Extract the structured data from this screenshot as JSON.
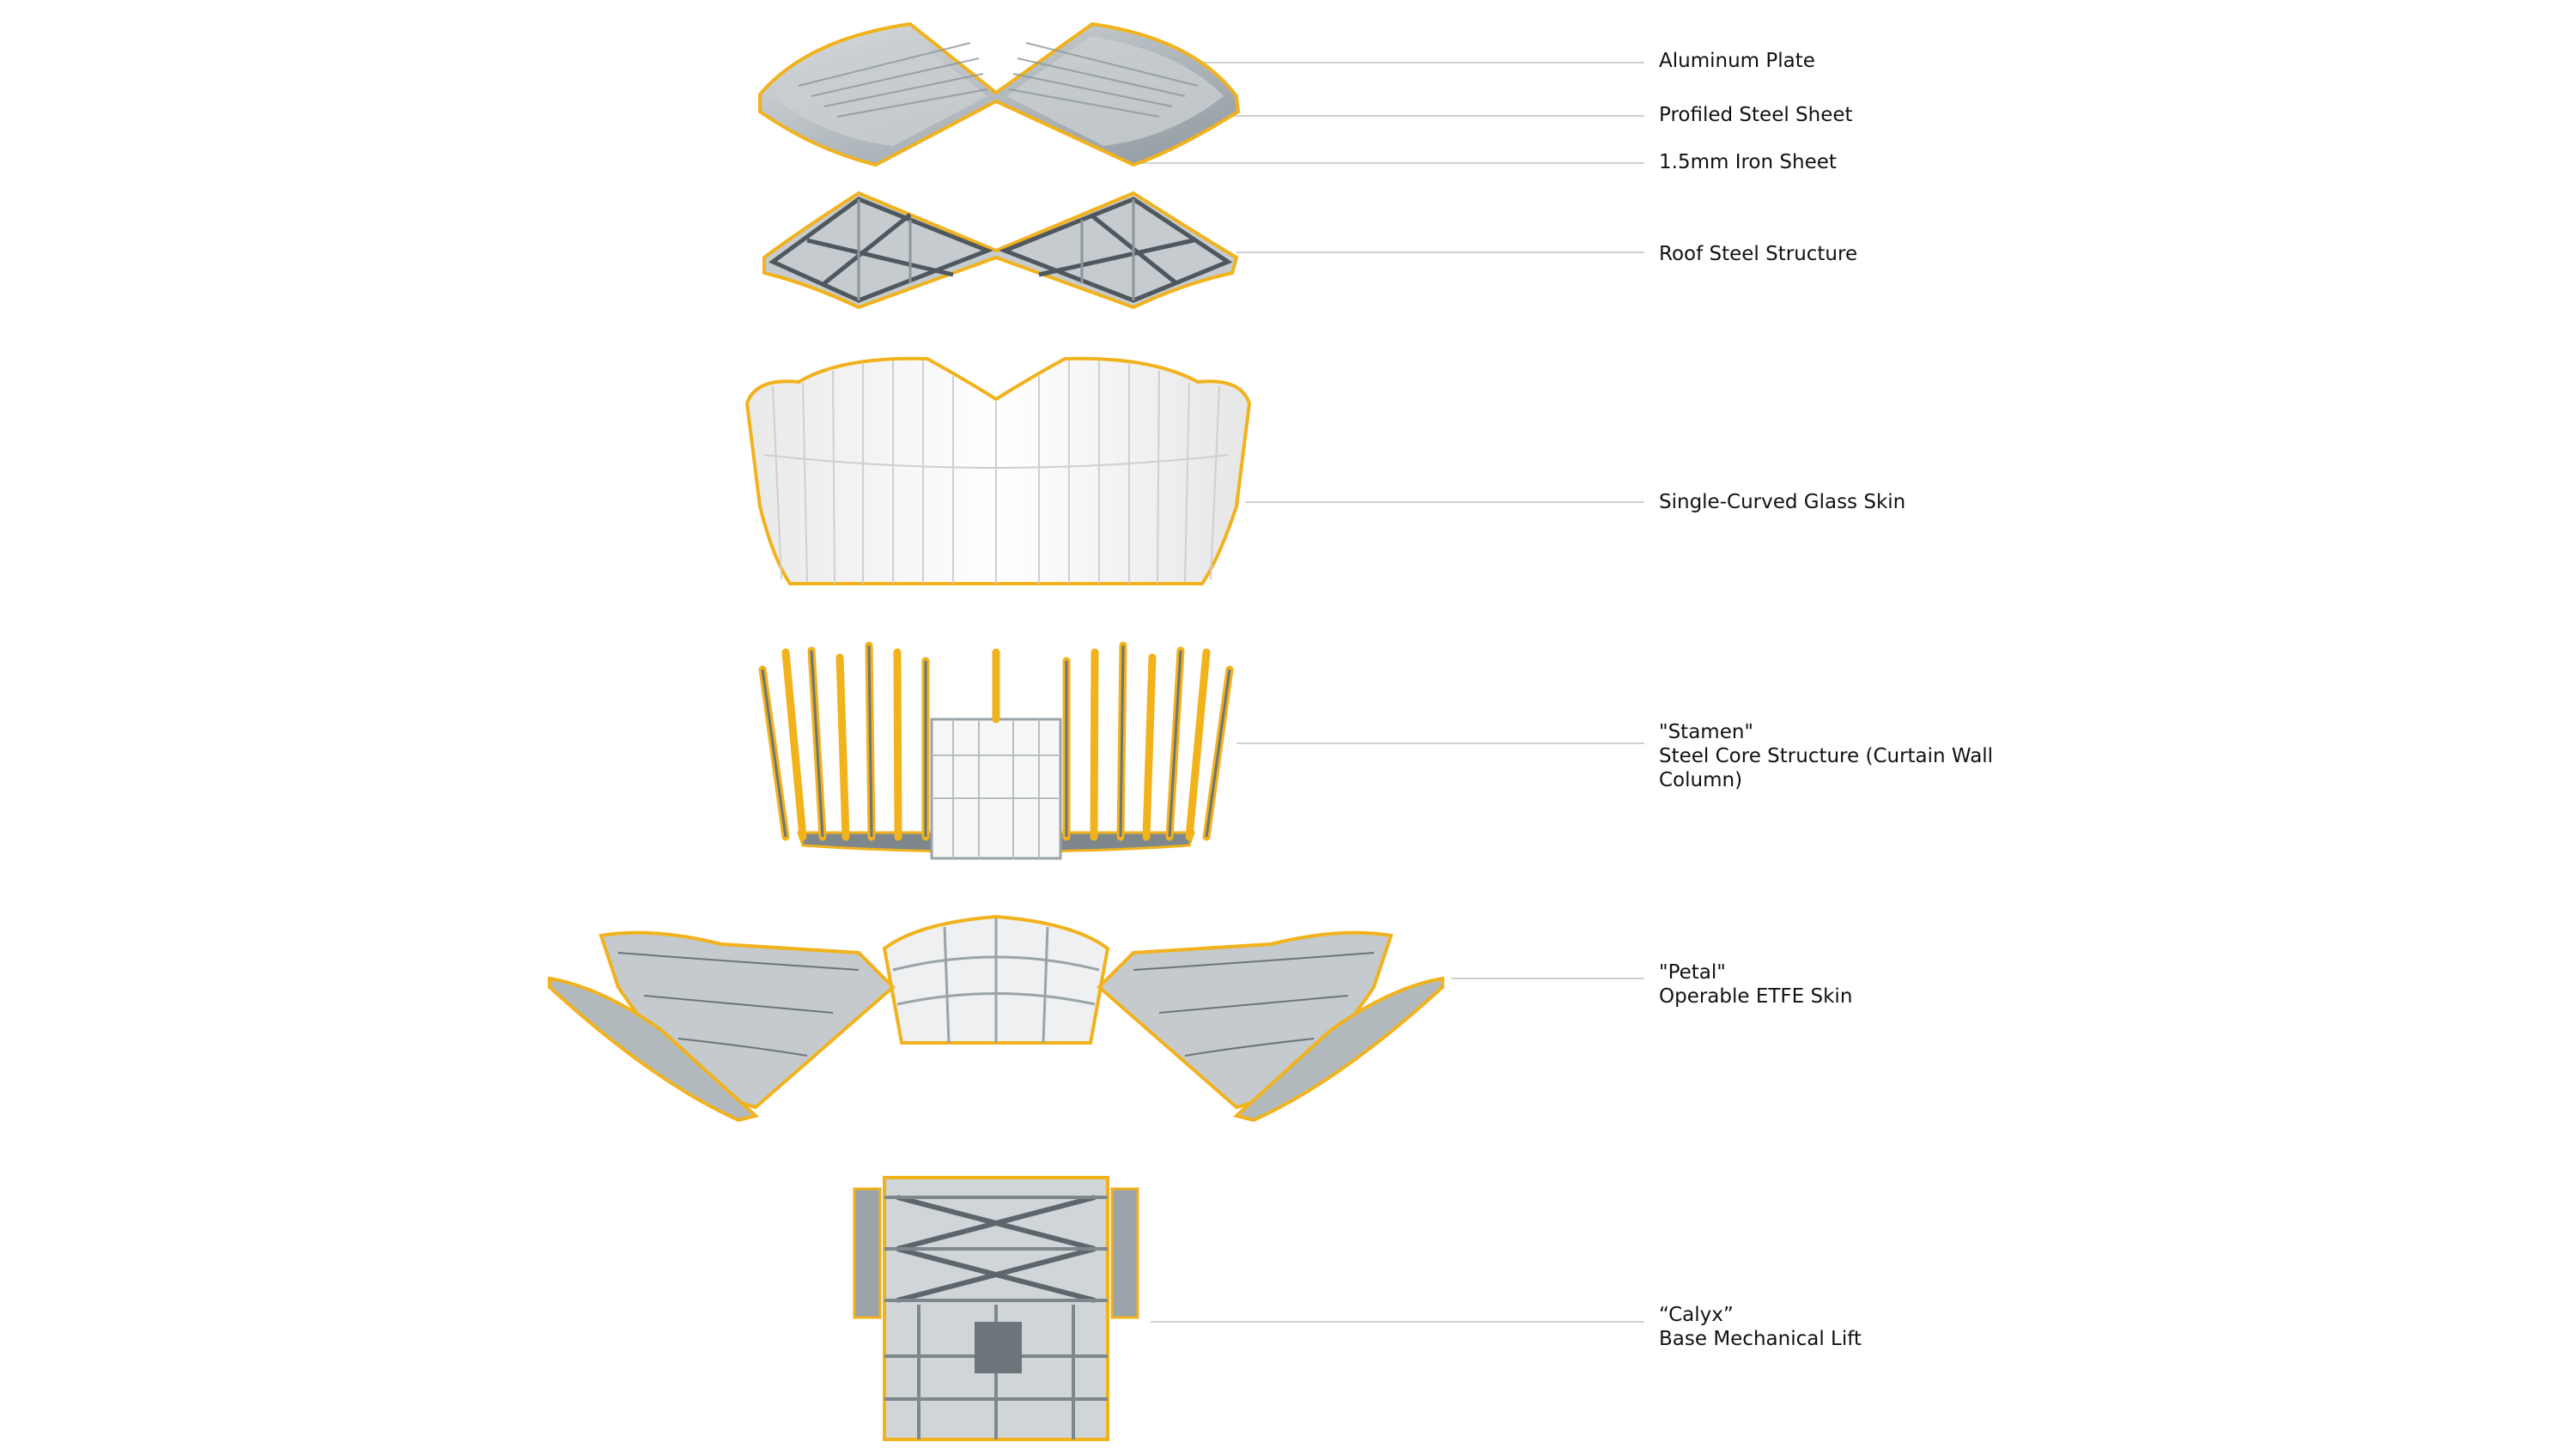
{
  "colors": {
    "outline_gold": "#f1b21c",
    "steel_dark": "#5d666c",
    "steel_mid": "#9aa3a8",
    "steel_light": "#d3d8db",
    "glass_light": "#f4f4f4",
    "leader_line": "#d0d0d0",
    "text": "#111111"
  },
  "layers": [
    {
      "id": "aluminum-plate",
      "lines": [
        "Aluminum Plate"
      ]
    },
    {
      "id": "profiled-steel-sheet",
      "lines": [
        "Profiled Steel Sheet"
      ]
    },
    {
      "id": "iron-sheet",
      "lines": [
        "1.5mm Iron Sheet"
      ]
    },
    {
      "id": "roof-steel-structure",
      "lines": [
        "Roof Steel Structure"
      ]
    },
    {
      "id": "glass-skin",
      "lines": [
        "Single-Curved Glass Skin"
      ]
    },
    {
      "id": "stamen",
      "lines": [
        "\"Stamen\"",
        "Steel Core Structure (Curtain Wall",
        "Column)"
      ]
    },
    {
      "id": "petal",
      "lines": [
        "\"Petal\"",
        "Operable ETFE Skin"
      ]
    },
    {
      "id": "calyx",
      "lines": [
        "“Calyx”",
        "Base Mechanical Lift"
      ]
    }
  ]
}
